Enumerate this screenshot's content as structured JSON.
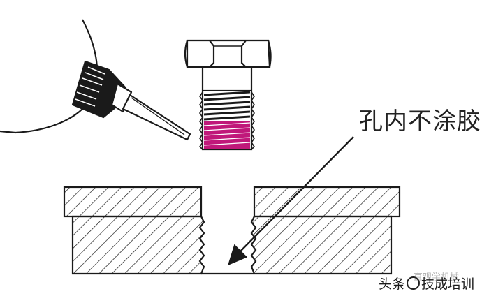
{
  "annotation": {
    "text": "孔内不涂胶"
  },
  "watermark": {
    "prefix": "头条",
    "handle": "技成培训",
    "ghost": "直观学机械"
  },
  "colors": {
    "outline": "#1a1a1a",
    "adhesive": "#c0187a",
    "background": "#ffffff"
  },
  "icons": {
    "glue_bottle": "glue-applicator-bottle",
    "bolt": "hex-bolt",
    "workpiece": "threaded-hole-plate",
    "arrow": "pointer-arrow"
  }
}
